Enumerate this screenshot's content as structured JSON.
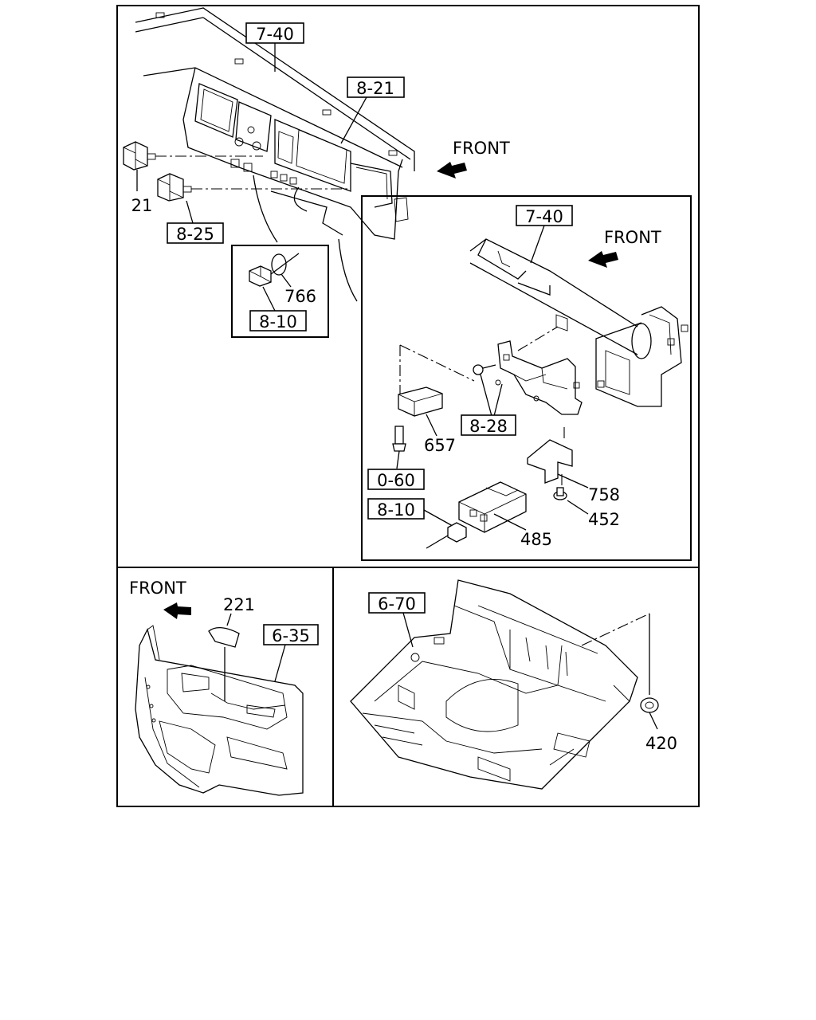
{
  "labels": {
    "ref_7_40_top": "7-40",
    "ref_8_21": "8-21",
    "front_top": "FRONT",
    "part_21": "21",
    "ref_8_25": "8-25",
    "part_766": "766",
    "ref_8_10_detail": "8-10",
    "ref_7_40_inset": "7-40",
    "front_inset": "FRONT",
    "ref_8_28": "8-28",
    "part_657": "657",
    "ref_0_60": "0-60",
    "part_758": "758",
    "ref_8_10_inset": "8-10",
    "part_452": "452",
    "part_485": "485",
    "front_bottom_left": "FRONT",
    "part_221": "221",
    "ref_6_35": "6-35",
    "ref_6_70": "6-70",
    "part_420": "420"
  },
  "icons": {
    "front_arrow": "front-arrow-icon"
  }
}
